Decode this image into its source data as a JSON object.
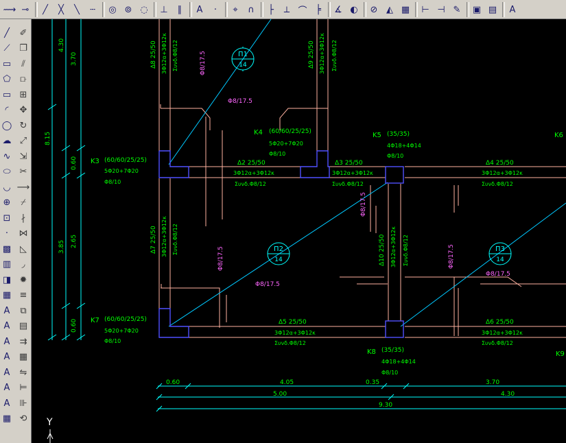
{
  "columns": {
    "K3": {
      "name": "K3",
      "dims": "(60/60/25/25)",
      "rebar": "5Φ20+7Φ20",
      "stirrup": "Φ8/10"
    },
    "K4": {
      "name": "K4",
      "dims": "(60/60/25/25)",
      "rebar": "5Φ20+7Φ20",
      "stirrup": "Φ8/10"
    },
    "K5": {
      "name": "K5",
      "dims": "(35/35)",
      "rebar": "4Φ18+4Φ14",
      "stirrup": "Φ8/10"
    },
    "K6": {
      "name": "K6"
    },
    "K7": {
      "name": "K7",
      "dims": "(60/60/25/25)",
      "rebar": "5Φ20+7Φ20",
      "stirrup": "Φ8/10"
    },
    "K8": {
      "name": "K8",
      "dims": "(35/35)",
      "rebar": "4Φ18+4Φ14",
      "stirrup": "Φ8/10"
    },
    "K9": {
      "name": "K9"
    }
  },
  "beams": {
    "D2": {
      "name": "Δ2 25/50",
      "rebar": "3Φ12α+3Φ12κ",
      "stirrup": "Συνδ.Φ8/12"
    },
    "D3": {
      "name": "Δ3 25/50",
      "rebar": "3Φ12α+3Φ12κ",
      "stirrup": "Συνδ.Φ8/12"
    },
    "D4": {
      "name": "Δ4 25/50",
      "rebar": "3Φ12α+3Φ12κ",
      "stirrup": "Συνδ.Φ8/12"
    },
    "D5": {
      "name": "Δ5 25/50",
      "rebar": "3Φ12α+3Φ12κ",
      "stirrup": "Συνδ.Φ8/12"
    },
    "D6": {
      "name": "Δ6 25/50",
      "rebar": "3Φ12α+3Φ12κ",
      "stirrup": "Συνδ.Φ8/12"
    },
    "D7": {
      "name": "Δ7 25/50",
      "rebar": "3Φ12α+3Φ12κ",
      "stirrup": "Συνδ.Φ8/12"
    },
    "D8": {
      "name": "Δ8 25/50",
      "rebar": "3Φ12α+3Φ12κ",
      "stirrup": "Συνδ.Φ8/12"
    },
    "D9": {
      "name": "Δ9 25/50",
      "rebar": "3Φ12α+3Φ12κ",
      "stirrup": "Συνδ.Φ8/12"
    },
    "D10": {
      "name": "Δ10 25/50",
      "rebar": "3Φ12α+3Φ12κ",
      "stirrup": "Συνδ.Φ8/12"
    }
  },
  "slabs": {
    "P1": {
      "name": "Π1",
      "thickness": "14",
      "rebar": "Φ8/17.5"
    },
    "P2": {
      "name": "Π2",
      "thickness": "14",
      "rebar": "Φ8/17.5"
    },
    "P3": {
      "name": "Π3",
      "thickness": "14",
      "rebar": "Φ8/17.5"
    }
  },
  "dimensions": {
    "horizontal": {
      "row1": [
        "0.60",
        "4.05",
        "0.35",
        "3.70"
      ],
      "row2": [
        "5.00",
        "4.30"
      ],
      "row3": [
        "9.30"
      ]
    },
    "vertical": {
      "col1": [
        "4.30",
        "3.85"
      ],
      "col2": [
        "3.70",
        "0.60",
        "2.65",
        "0.60"
      ],
      "total": "8.15"
    }
  },
  "ucs": {
    "y_label": "Y"
  },
  "colors": {
    "background": "#000000",
    "text_green": "#00ff00",
    "text_magenta": "#ff66ff",
    "dim_cyan": "#00ffff",
    "beam_line": "#ffb2a0",
    "column_outline": "#5050ff",
    "diagonal": "#00c8ff",
    "toolbar": "#d4d0c8"
  },
  "toolbar_icons": {
    "top": [
      "polyline-icon",
      "point-icon",
      "line-icon",
      "xline-icon",
      "ray-icon",
      "construction-line-icon",
      "circle-icon",
      "circle-tangent-icon",
      "arc-icon",
      "perpendicular-icon",
      "parallel-icon",
      "text-icon",
      "point-small-icon",
      "trim-icon",
      "magnet-icon",
      "dimension-linear-icon",
      "dimension-aligned-icon",
      "dimension-arc-icon",
      "dimension-baseline-icon",
      "dimension-angular-icon",
      "dimension-radius-icon",
      "dimension-diameter-icon",
      "dimension-ordinate-icon",
      "hatch-icon",
      "dimension-continue-icon",
      "dimension-multi-icon",
      "text-edit-icon",
      "properties-icon",
      "block-icon",
      "text-style-icon"
    ],
    "left": [
      "line-tool-icon",
      "eraser-icon",
      "polyline-tool-icon",
      "copy-icon",
      "rectangle-tool-icon",
      "mirror-icon",
      "polygon-icon",
      "offset-icon",
      "rectangle-icon",
      "array-icon",
      "arc-tool-icon",
      "move-icon",
      "circle-tool-icon",
      "rotate-icon",
      "cloud-icon",
      "scale-icon",
      "spline-icon",
      "stretch-icon",
      "ellipse-icon",
      "trim-tool-icon",
      "ellipse-arc-icon",
      "extend-icon",
      "insert-block-icon",
      "break-icon",
      "make-block-icon",
      "break-at-point-icon",
      "point-tool-icon",
      "join-icon",
      "hatch-tool-icon",
      "chamfer-icon",
      "gradient-icon",
      "fillet-icon",
      "region-icon",
      "explode-icon",
      "table-icon",
      "layer-icon",
      "text-tool-icon",
      "layer-copy-icon",
      "mtext-icon",
      "layer-state-icon",
      "text-align-icon",
      "layer-walk-icon",
      "text-find-icon",
      "dim-style-icon",
      "text-edit-tool-icon",
      "dim-linear-tool-icon",
      "scale-text-icon",
      "dim-aligned-tool-icon",
      "justify-text-icon",
      "dim-ordinate-tool-icon",
      "table-tool-icon",
      "dim-update-icon"
    ]
  }
}
